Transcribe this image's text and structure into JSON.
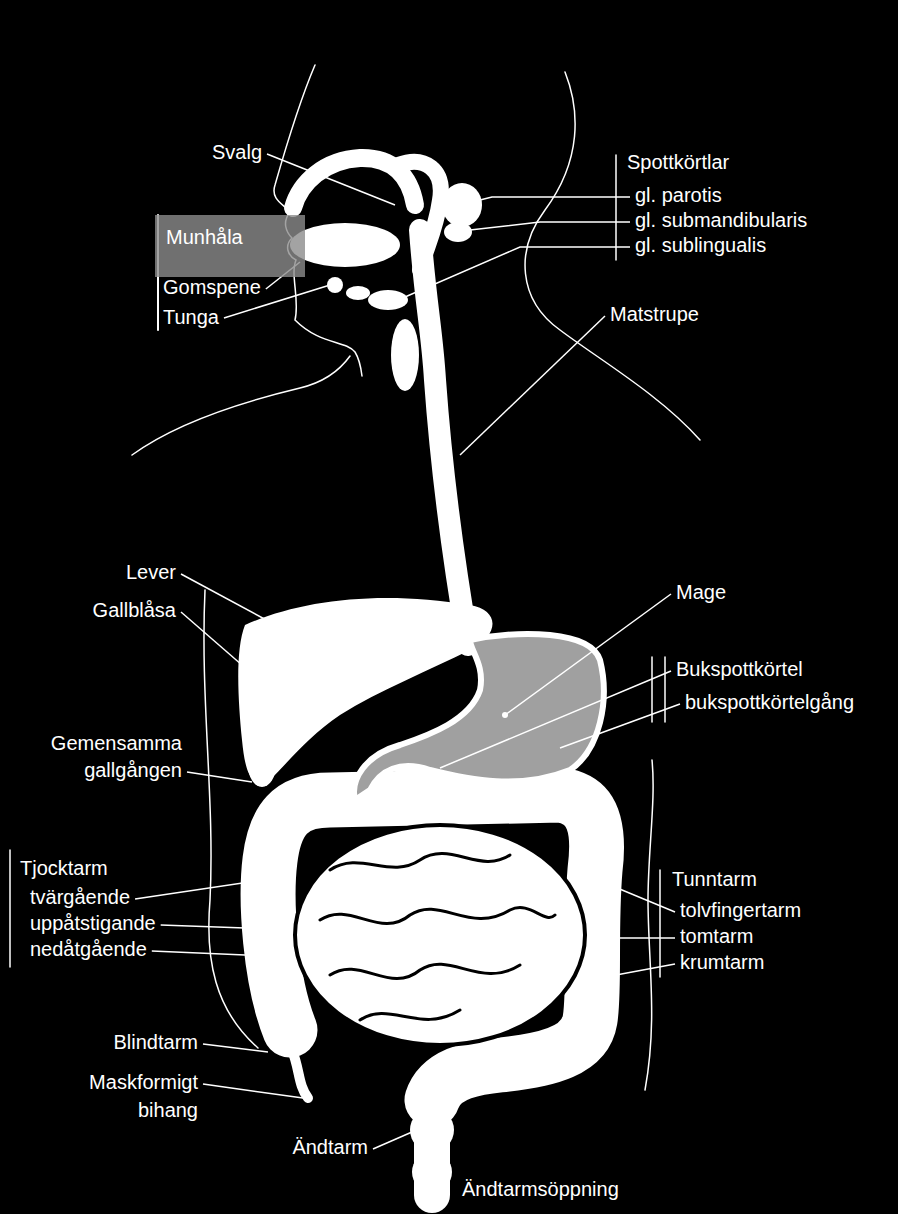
{
  "diagram": {
    "nodes": [
      {
        "text": [
          "Munhåla"
        ]
      }
    ],
    "labels": [
      "Svalg",
      "Spottkörtlar",
      "gl. parotis",
      "gl. submandibularis",
      "gl. sublingualis",
      "Gomspene",
      "Tunga",
      "Matstrupe",
      "Lever",
      "Gallblåsa",
      "Mage",
      "Bukspottkörtel",
      "bukspottkörtelgång",
      "Gemensamma gallgången",
      "Tjocktarm",
      "tvärgående",
      "uppåtstigande",
      "nedåtgående",
      "Tunntarm",
      "tolvfingertarm",
      "tomtarm",
      "krumtarm",
      "Blindtarm",
      "Maskformigt bihang",
      "Ändtarm",
      "Ändtarmsöppning"
    ]
  }
}
